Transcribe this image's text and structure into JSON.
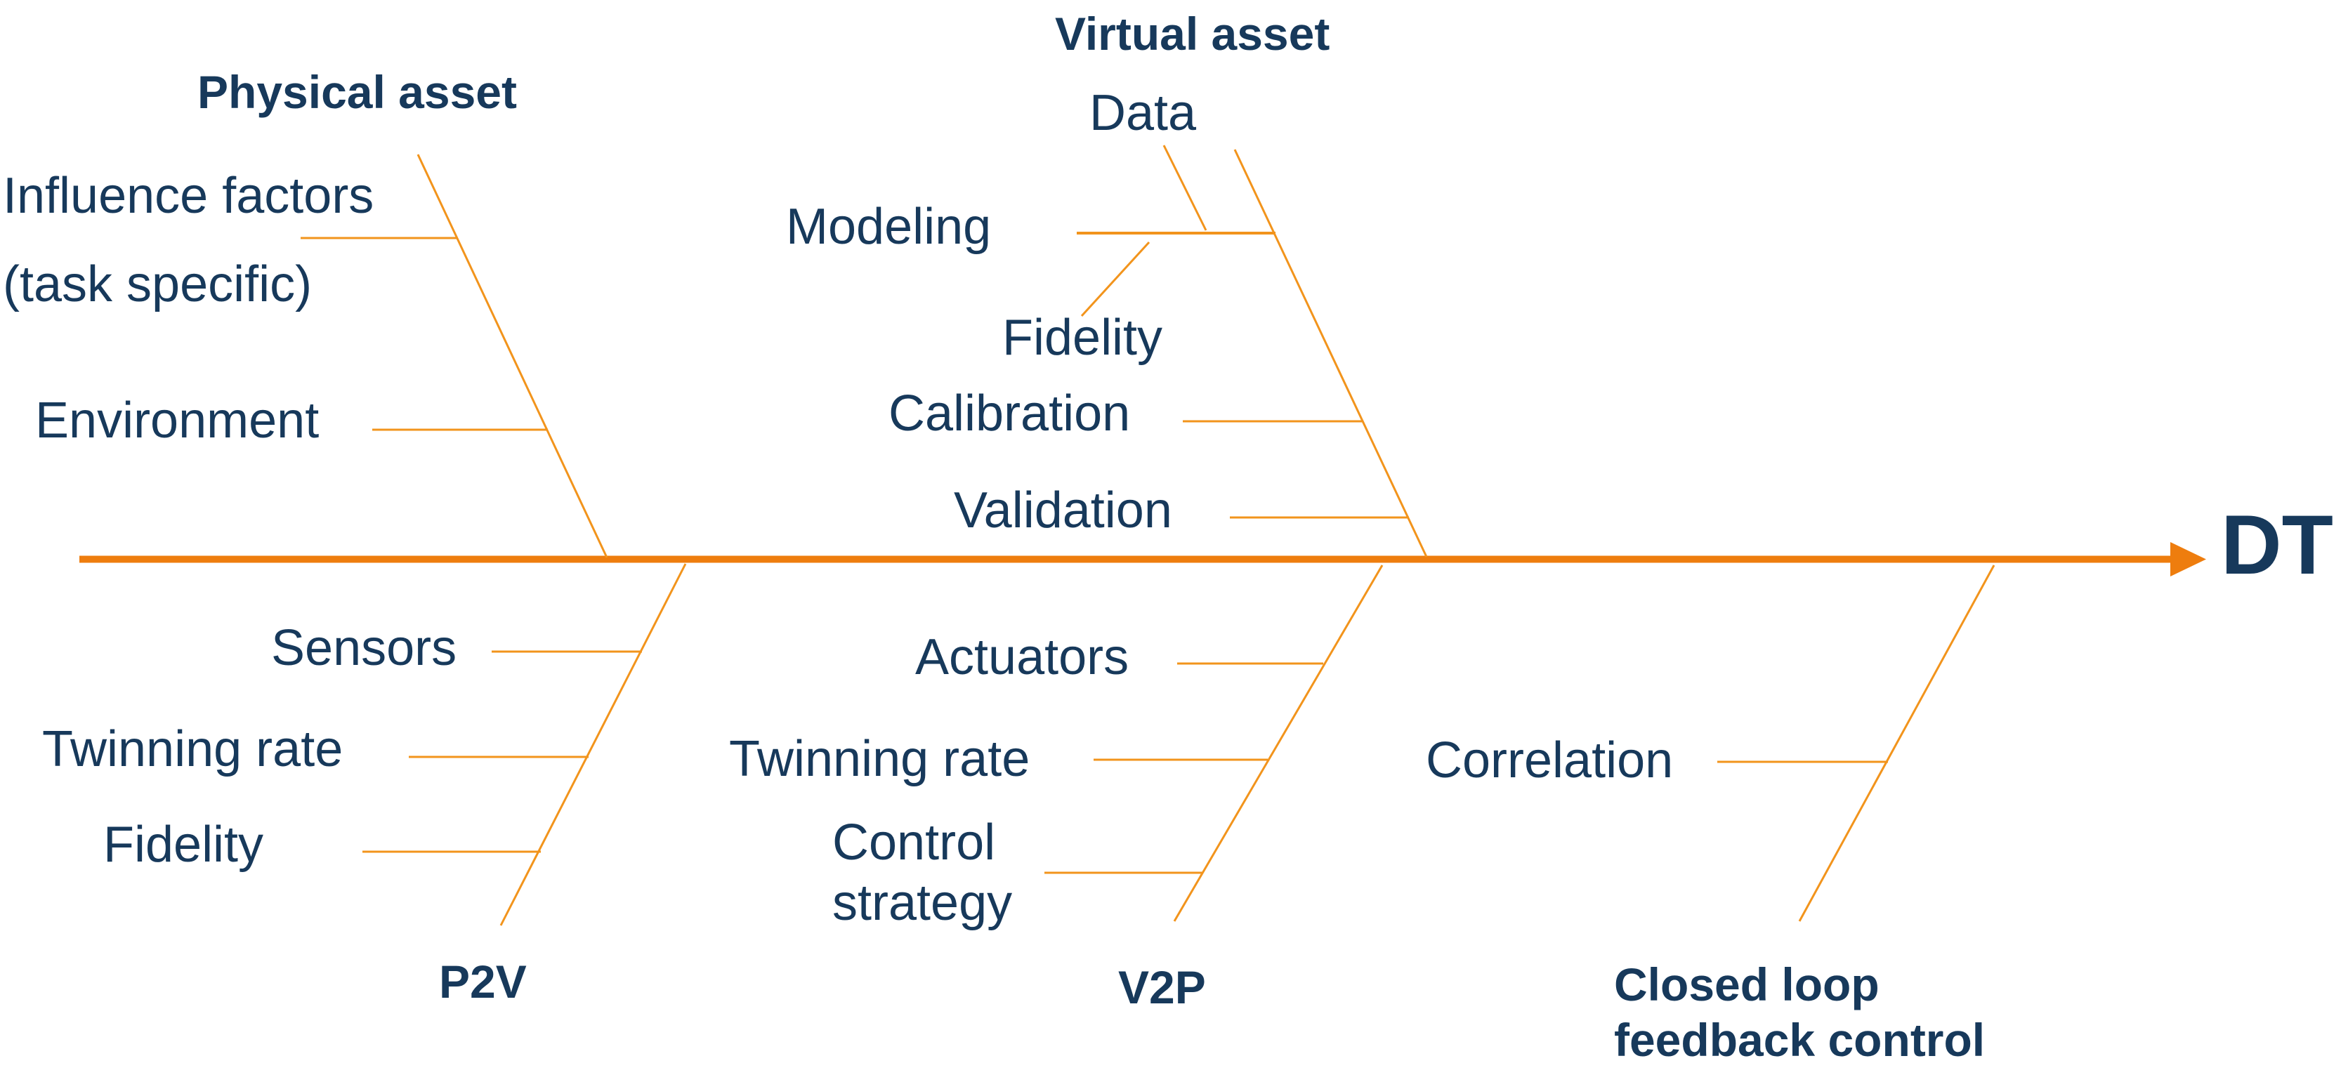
{
  "colors": {
    "text": "#17395B",
    "spine": "#EE7D0E",
    "branch_line": "#F2941C",
    "background": "#FFFFFF"
  },
  "spine": {
    "label": "DT"
  },
  "branches": {
    "physical_asset": {
      "title": "Physical asset",
      "items": {
        "influence_line1": "Influence factors",
        "influence_line2": "(task specific)",
        "environment": "Environment"
      }
    },
    "virtual_asset": {
      "title": "Virtual asset",
      "items": {
        "data": "Data",
        "modeling": "Modeling",
        "fidelity": "Fidelity",
        "calibration": "Calibration",
        "validation": "Validation"
      }
    },
    "p2v": {
      "title": "P2V",
      "items": {
        "sensors": "Sensors",
        "twinning_rate": "Twinning rate",
        "fidelity": "Fidelity"
      }
    },
    "v2p": {
      "title": "V2P",
      "items": {
        "actuators": "Actuators",
        "twinning_rate": "Twinning rate",
        "control_line1": "Control",
        "control_line2": "strategy"
      }
    },
    "closed_loop": {
      "title_line1": "Closed loop",
      "title_line2": "feedback control",
      "items": {
        "correlation": "Correlation"
      }
    }
  }
}
